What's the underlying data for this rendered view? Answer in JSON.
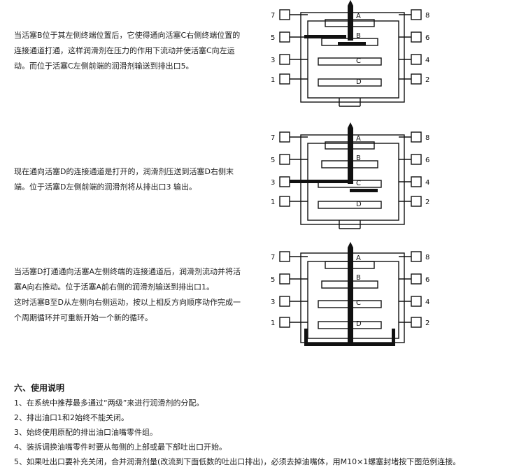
{
  "blocks": [
    {
      "lines": [
        "当活塞B位于其左侧终端位置后，它使得通向活塞C右侧终端位置的",
        "连接通道打通，这样润滑剂在压力的作用下流动并使活塞C向左运",
        "动。而位于活塞C左侧前端的润滑剂输送到排出口5。"
      ]
    },
    {
      "lines": [
        "现在通向活塞D的连接通道是打开的，润滑剂压送到活塞D右侧末",
        "端。位于活塞D左侧前端的润滑剂将从排出口3 输出。"
      ]
    },
    {
      "lines": [
        "当活塞D打通通向活塞A左侧终端的连接通道后，润滑剂流动并将活",
        "塞A向右推动。位于活塞A前右侧的润滑剂输送到排出口1。",
        "这时活塞B至D从左侧向右侧运动，按以上相反方向顺序动作完成一",
        "个周期循环并可重新开始一个新的循环。"
      ]
    }
  ],
  "diagram": {
    "left_ports": [
      "7",
      "5",
      "3",
      "1"
    ],
    "right_ports": [
      "8",
      "6",
      "4",
      "2"
    ],
    "pistons": [
      "A",
      "B",
      "C",
      "D"
    ]
  },
  "usage": {
    "title": "六、使用说明",
    "items": [
      "1、在系统中推荐最多通过“两级”来进行润滑剂的分配。",
      "2、排出油口1和2始终不能关闭。",
      "3、始终使用原配的排出油口油嘴零件组。",
      "4、装拆调换油嘴零件时要从每侧的上部或最下部吐出口开始。",
      "5、如果吐出口要补充关闭，合并润滑剂量(改流到下面低数的吐出口排出)，必须去掉油嘴体，用M10×1螺塞封堵按下图范例连接。"
    ]
  }
}
